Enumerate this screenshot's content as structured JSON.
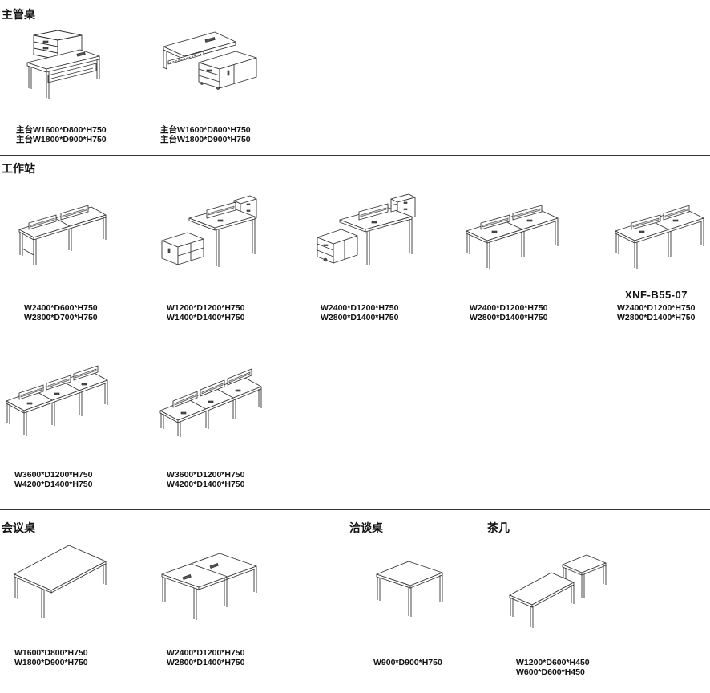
{
  "sections": {
    "manager_desk": "主管桌",
    "workstation": "工作站",
    "conference_table": "会议桌",
    "negotiation_table": "洽谈桌",
    "tea_table": "茶几"
  },
  "products": {
    "manager_a": {
      "spec1": "主台W1600*D800*H750",
      "spec2": "主台W1800*D900*H750"
    },
    "manager_b": {
      "spec1": "主台W1600*D800*H750",
      "spec2": "主台W1800*D900*H750"
    },
    "ws_1": {
      "spec1": "W2400*D600*H750",
      "spec2": "W2800*D700*H750"
    },
    "ws_2": {
      "spec1": "W1200*D1200*H750",
      "spec2": "W1400*D1400*H750"
    },
    "ws_3": {
      "spec1": "W2400*D1200*H750",
      "spec2": "W2800*D1400*H750"
    },
    "ws_4": {
      "spec1": "W2400*D1200*H750",
      "spec2": "W2800*D1400*H750"
    },
    "ws_5": {
      "model": "XNF-B55-07",
      "spec1": "W2400*D1200*H750",
      "spec2": "W2800*D1400*H750"
    },
    "ws_6": {
      "spec1": "W3600*D1200*H750",
      "spec2": "W4200*D1400*H750"
    },
    "ws_7": {
      "spec1": "W3600*D1200*H750",
      "spec2": "W4200*D1400*H750"
    },
    "conf_1": {
      "spec1": "W1600*D800*H750",
      "spec2": "W1800*D900*H750"
    },
    "conf_2": {
      "spec1": "W2400*D1200*H750",
      "spec2": "W2800*D1400*H750"
    },
    "nego_1": {
      "spec1": "W900*D900*H750"
    },
    "tea_1": {
      "spec1": "W1200*D600*H450",
      "spec2": "W600*D600*H450"
    }
  }
}
